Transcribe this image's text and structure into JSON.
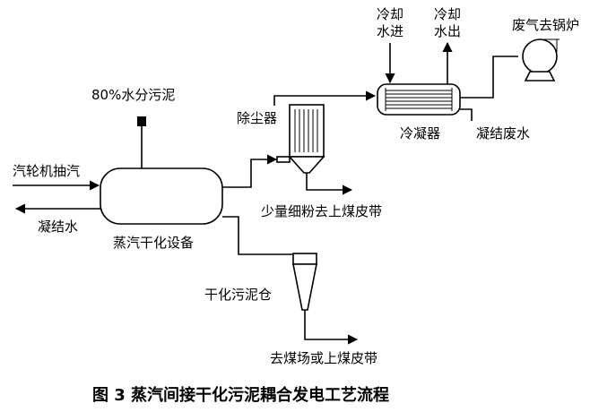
{
  "labels": {
    "sludge_80": "80%水分污泥",
    "turbine_steam": "汽轮机抽汽",
    "condensate": "凝结水",
    "dryer": "蒸汽干化设备",
    "dust_collector": "除尘器",
    "fines_to_belt": "少量细粉去上煤皮带",
    "cooling_in": [
      "冷却",
      "水进"
    ],
    "cooling_out": [
      "冷却",
      "水出"
    ],
    "condenser": "冷凝器",
    "cond_wastewater": "凝结废水",
    "exhaust_to_boiler": "废气去锅炉",
    "dry_silo": "干化污泥仓",
    "to_coal_yard": "去煤场或上煤皮带"
  },
  "caption": "图 3  蒸汽间接干化污泥耦合发电工艺流程"
}
